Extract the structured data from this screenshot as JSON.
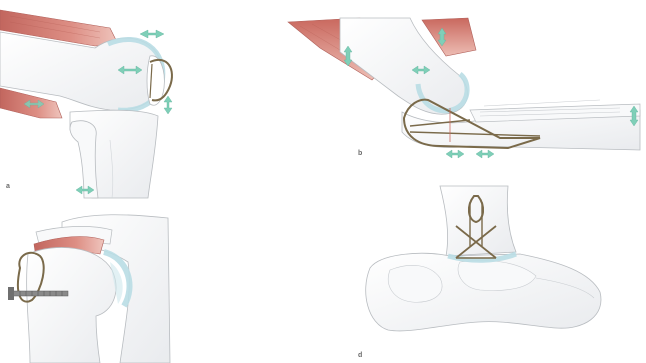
{
  "figure": {
    "panels": [
      {
        "id": "a",
        "label": "a",
        "subject": "knee-lateral"
      },
      {
        "id": "b",
        "label": "b",
        "subject": "elbow-lateral"
      },
      {
        "id": "c",
        "label": "",
        "subject": "shoulder-anterior"
      },
      {
        "id": "d",
        "label": "d",
        "subject": "ankle-lateral"
      }
    ],
    "colors": {
      "bone_fill": "#f4f5f6",
      "bone_stroke": "#b8bcc0",
      "cartilage": "#b9dde4",
      "muscle": "#d0776d",
      "muscle_light": "#e8b0a8",
      "wire": "#7a6a4a",
      "arrow": "#7fcfb8"
    },
    "icons": [
      "double-arrow-icon",
      "wire-loop-icon",
      "screw-icon"
    ]
  }
}
